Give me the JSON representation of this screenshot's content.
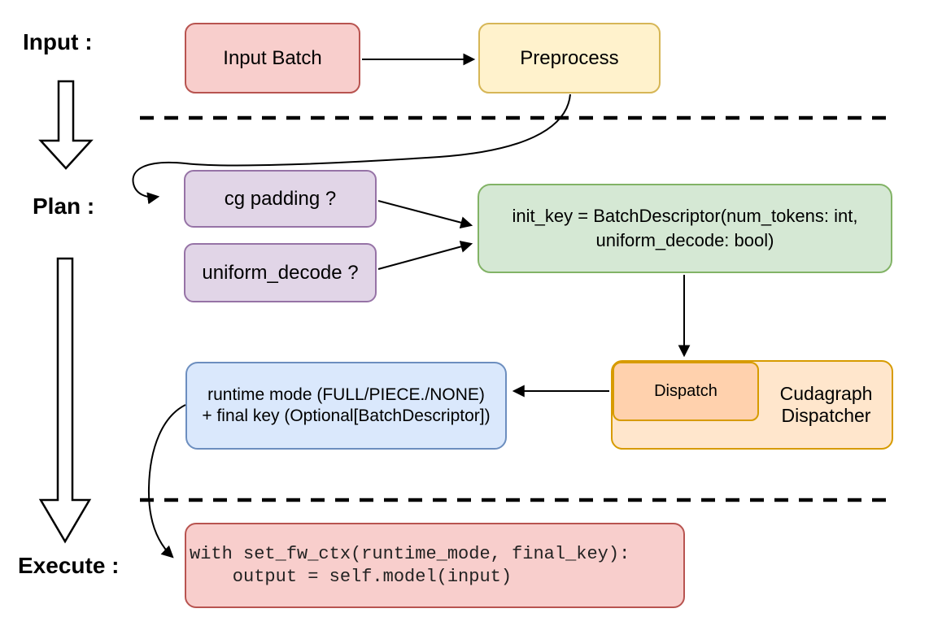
{
  "sections": {
    "input_label": "Input :",
    "plan_label": "Plan :",
    "execute_label": "Execute :"
  },
  "nodes": {
    "input_batch": {
      "label": "Input Batch"
    },
    "preprocess": {
      "label": "Preprocess"
    },
    "cg_padding": {
      "label": "cg padding ?"
    },
    "uniform_decode": {
      "label": "uniform_decode ?"
    },
    "init_key": {
      "lines": [
        "init_key = BatchDescriptor(num_tokens: int,",
        "uniform_decode: bool)"
      ]
    },
    "dispatch": {
      "label": "Dispatch"
    },
    "cudagraph_dispatcher": {
      "lines": [
        "Cudagraph",
        "Dispatcher"
      ]
    },
    "runtime_mode": {
      "lines": [
        "runtime mode (FULL/PIECE./NONE)",
        "+ final key (Optional[BatchDescriptor])"
      ]
    },
    "execute_code": {
      "lines": [
        "with set_fw_ctx(runtime_mode, final_key):",
        "    output = self.model(input)"
      ]
    }
  },
  "colors": {
    "pink_fill": "#f8cecc",
    "pink_border": "#b85450",
    "yellow_fill": "#fff2cc",
    "yellow_border": "#d6b656",
    "purple_fill": "#e1d5e7",
    "purple_border": "#9673a6",
    "green_fill": "#d5e8d4",
    "green_border": "#82b366",
    "orange_fill": "#ffe6cc",
    "orange_inner_fill": "#ffd1ad",
    "orange_border": "#d79b00",
    "blue_fill": "#dae8fc",
    "blue_border": "#6c8ebf",
    "arrow_color": "#000000"
  }
}
